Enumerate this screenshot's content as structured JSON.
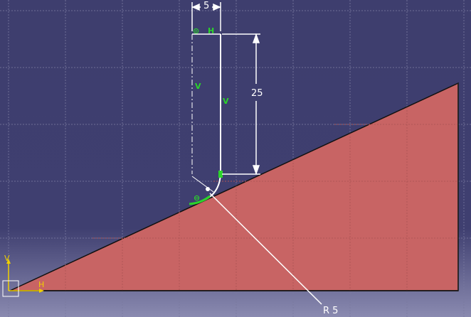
{
  "canvas": {
    "background_top": "#3e3e6e",
    "background_bottom": "#8a8ab0",
    "grid_color": "#7a7aa0"
  },
  "colors": {
    "profile_fill": "#c86464",
    "profile_edge": "#111111",
    "sketch_line": "#ffffff",
    "constraint": "#2bd42b",
    "axis": "#f0d000"
  },
  "dimensions": {
    "width": "5",
    "height": "25",
    "radius": "R 5"
  },
  "constraints": {
    "coincident_symbol": "⊙",
    "horizontal": "H",
    "vertical_axis": "V",
    "vertical_line": "V",
    "tangent_symbol": "⊖"
  },
  "axes": {
    "h_label": "H",
    "v_label": "V"
  }
}
